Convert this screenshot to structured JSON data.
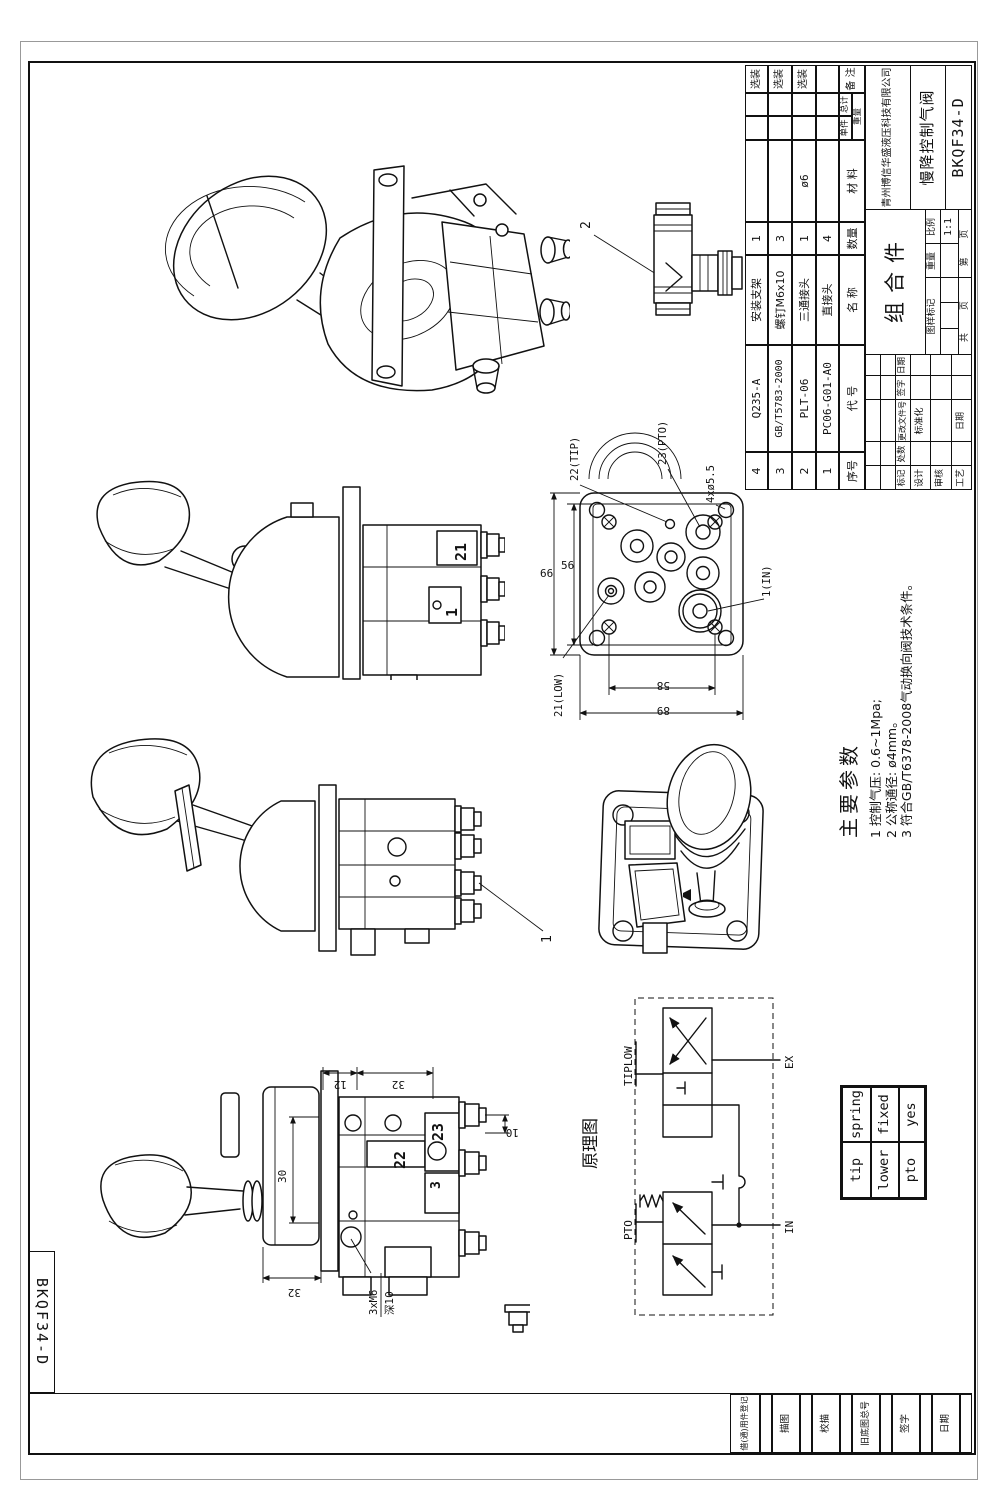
{
  "sheet": {
    "corner_label": "BKQF34-D"
  },
  "margin_strip": {
    "items": [
      "借(通)用件登记",
      "描图",
      "校描",
      "旧底图总号",
      "签字",
      "日期"
    ]
  },
  "parts_list": {
    "headers": {
      "seq": "序号",
      "code": "代  号",
      "name": "名  称",
      "qty": "数量",
      "material": "材  料",
      "unit": "单件",
      "total": "总计",
      "weight": "重量",
      "remark": "备 注"
    },
    "rows": [
      {
        "seq": "4",
        "code": "Q235-A",
        "name": "安装支架",
        "qty": "1",
        "material": "",
        "unit": "",
        "total": "",
        "remark": "选装"
      },
      {
        "seq": "3",
        "code": "GB/T5783-2000",
        "name": "螺钉M6x10",
        "qty": "3",
        "material": "",
        "unit": "",
        "total": "",
        "remark": "选装"
      },
      {
        "seq": "2",
        "code": "PLT-06",
        "name": "三通接头",
        "qty": "1",
        "material": "ø6",
        "unit": "",
        "total": "",
        "remark": "选装"
      },
      {
        "seq": "1",
        "code": "PC06-G01-A0",
        "name": "直接头",
        "qty": "4",
        "material": "",
        "unit": "",
        "total": "",
        "remark": ""
      }
    ]
  },
  "title_block": {
    "revision_headers": [
      "标记",
      "处数",
      "更改文件号",
      "签字",
      "日期"
    ],
    "roles": {
      "design": "设计",
      "standardize": "标准化",
      "check": "审核",
      "process": "工艺",
      "date": "日期"
    },
    "assembly": "组合件",
    "mark_label": "图样标记",
    "weight_label": "重量",
    "scale_label": "比例",
    "scale_value": "1:1",
    "pages_total": "共  页",
    "pages_no": "第  页",
    "company": "青州博信华盛液压科技有限公司",
    "product": "慢降控制气阀",
    "number": "BKQF34-D"
  },
  "parameters": {
    "title": "主要参数",
    "lines": [
      "1 控制气压: 0.6~1Mpa;",
      "2 公称通径: ø4mm。",
      "3 符合GB/T6378-2008气动换向阀技术条件。"
    ]
  },
  "schematic": {
    "title": "原理图",
    "labels": {
      "tiplow": "TIPLOW",
      "ex": "EX",
      "pto": "PTO",
      "in": "IN"
    }
  },
  "spec_table": {
    "rows": [
      [
        "tip",
        "spring"
      ],
      [
        "lower",
        "fixed"
      ],
      [
        "pto",
        "yes"
      ]
    ]
  },
  "callouts": {
    "tee": "2",
    "side1": "1",
    "body21": "21",
    "body1": "1",
    "b23": "23",
    "b22": "22",
    "b3": "3"
  },
  "dimensions": {
    "port": {
      "d66": "66",
      "d56": "56",
      "d58": "58",
      "d89": "89",
      "tip": "22(TIP)",
      "pto": "23(PTO)",
      "holes": "4xø5.5",
      "in": "1(IN)",
      "low": "21(LOW)"
    },
    "bottom": {
      "d12": "12",
      "d32_top": "32",
      "d30": "30",
      "d10": "10",
      "d32_bottom": "32",
      "thread": "3xM6",
      "depth": "深10"
    }
  }
}
